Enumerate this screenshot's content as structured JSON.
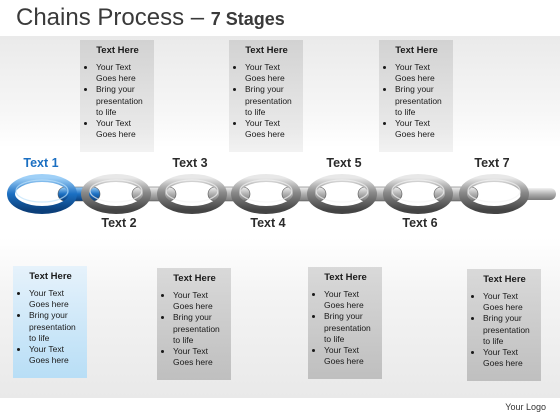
{
  "title": "Chains Process",
  "title_sep": " – ",
  "subtitle": "7 Stages",
  "stages": [
    "Text 1",
    "Text 2",
    "Text 3",
    "Text 4",
    "Text 5",
    "Text 6",
    "Text 7"
  ],
  "active_stage": "Text 1",
  "box_heading": "Text Here",
  "box_bullets": [
    "Your Text Goes here",
    "Bring your presentation to life",
    "Your Text Goes here"
  ],
  "boxes": [
    {
      "heading": "Text Here",
      "bullets": [
        "Your Text Goes here",
        "Bring your presentation to life",
        "Your Text Goes here"
      ]
    },
    {
      "heading": "Text Here",
      "bullets": [
        "Your Text Goes here",
        "Bring your presentation to life",
        "Your Text Goes here"
      ]
    },
    {
      "heading": "Text Here",
      "bullets": [
        "Your Text Goes here",
        "Bring your presentation to life",
        "Your Text Goes here"
      ]
    },
    {
      "heading": "Text Here",
      "bullets": [
        "Your Text Goes here",
        "Bring your presentation to life",
        "Your Text Goes here"
      ]
    },
    {
      "heading": "Text Here",
      "bullets": [
        "Your Text Goes here",
        "Bring your presentation to life",
        "Your Text Goes here"
      ]
    },
    {
      "heading": "Text Here",
      "bullets": [
        "Your Text Goes here",
        "Bring your presentation to life",
        "Your Text Goes here"
      ]
    },
    {
      "heading": "Text Here",
      "bullets": [
        "Your Text Goes here",
        "Bring your presentation to life",
        "Your Text Goes here"
      ]
    }
  ],
  "colors": {
    "active_link": "#1b6fc2",
    "link": "#9a9a9a",
    "active_box": "#b8def6"
  },
  "logo": "Your Logo"
}
